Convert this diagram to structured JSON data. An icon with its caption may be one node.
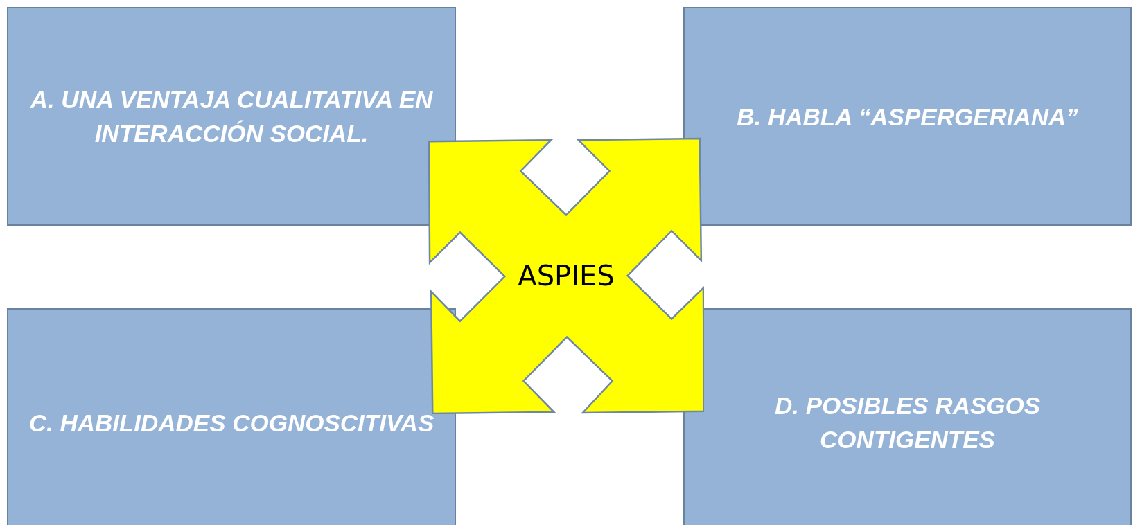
{
  "diagram": {
    "nodes": [
      {
        "text": [
          "A. UNA VENTAJA CUALITATIVA EN INTERACCIÓN SOCIAL."
        ]
      },
      {
        "text": [
          "B. HABLA “ASPERGERIANA”"
        ]
      },
      {
        "text": [
          "ASPIES"
        ]
      },
      {
        "text": [
          "C. HABILIDADES COGNOSCITIVAS"
        ]
      },
      {
        "text": [
          "D. POSIBLES RASGOS CONTIGENTES"
        ]
      }
    ]
  }
}
